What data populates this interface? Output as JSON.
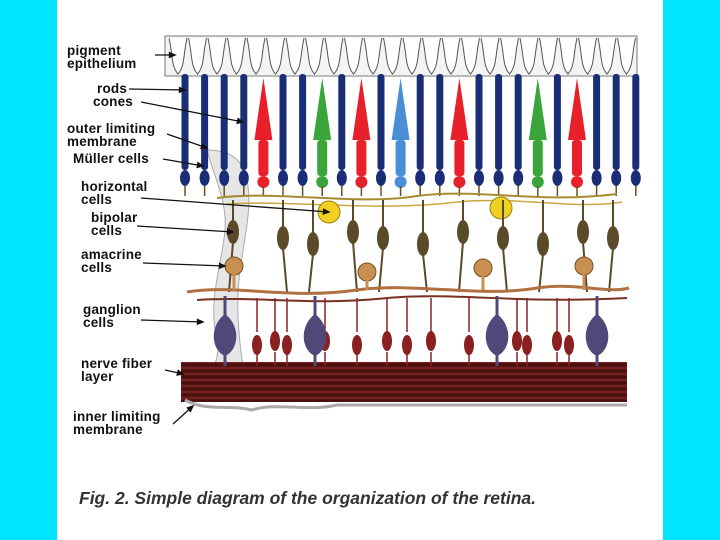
{
  "labels": {
    "pigment": "pigment\nepithelium",
    "rods": "rods",
    "cones": "cones",
    "outer_limiting": "outer limiting\nmembrane",
    "muller": "Müller cells",
    "horizontal": "horizontal\ncells",
    "bipolar": "bipolar\ncells",
    "amacrine": "amacrine\ncells",
    "ganglion": "ganglion\ncells",
    "nerve_fiber": "nerve fiber\nlayer",
    "inner_limiting": "inner limiting\nmembrane"
  },
  "caption": "Fig. 2. Simple diagram of the organization of the retina.",
  "colors": {
    "background": "#00e5ff",
    "rod": "#1a2e78",
    "red_cone": "#e8202a",
    "green_cone": "#3aa53a",
    "blue_cone": "#4a8fd6",
    "bipolar": "#5a4a2a",
    "horizontal": "#f0d020",
    "amacrine": "#c89050",
    "ganglion": "#504878",
    "small_ganglion": "#8a2020",
    "nerve_fiber": "#6a1e1e"
  },
  "photoreceptors": [
    "rod",
    "rod",
    "rod",
    "rod",
    "red",
    "rod",
    "rod",
    "green",
    "rod",
    "red",
    "rod",
    "blue",
    "rod",
    "rod",
    "red",
    "rod",
    "rod",
    "rod",
    "green",
    "rod",
    "red",
    "rod",
    "rod",
    "rod"
  ]
}
